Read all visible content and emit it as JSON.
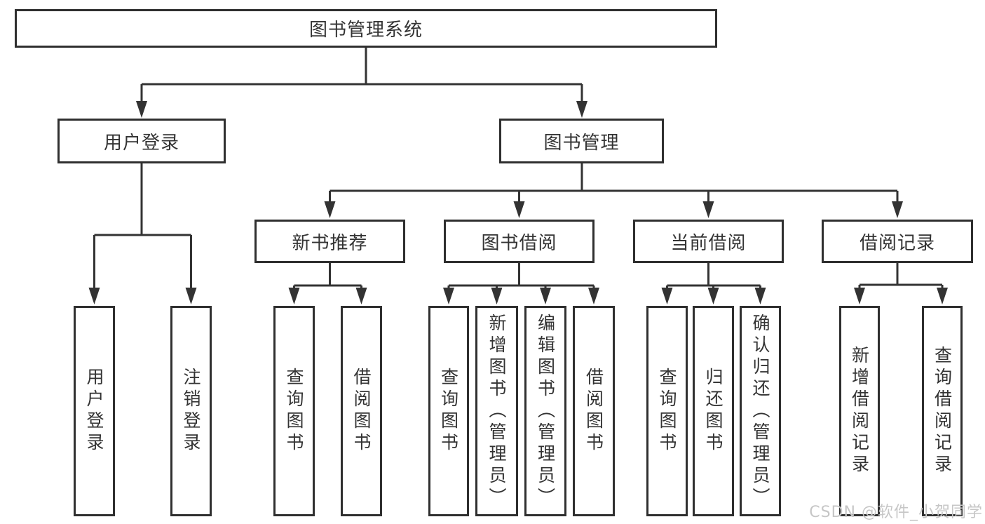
{
  "diagram": {
    "title": "图书管理系统",
    "root": {
      "label": "图书管理系统"
    },
    "level1": [
      {
        "label": "用户登录"
      },
      {
        "label": "图书管理"
      }
    ],
    "level2": [
      {
        "label": "新书推荐"
      },
      {
        "label": "图书借阅"
      },
      {
        "label": "当前借阅"
      },
      {
        "label": "借阅记录"
      }
    ],
    "leaves": {
      "user": [
        "用户登录",
        "注销登录"
      ],
      "recommend": [
        "查询图书",
        "借阅图书"
      ],
      "borrow": [
        "查询图书",
        "新增图书（管理员）",
        "编辑图书（管理员）",
        "借阅图书"
      ],
      "current": [
        "查询图书",
        "归还图书",
        "确认归还（管理员）"
      ],
      "records": [
        "新增借阅记录",
        "查询借阅记录"
      ]
    }
  },
  "watermark": "CSDN @软件_小贺同学",
  "colors": {
    "background": "#ffffff",
    "box_border": "#2f2f2f",
    "line": "#333333",
    "text": "#333333",
    "watermark": "#c6c6c6"
  }
}
